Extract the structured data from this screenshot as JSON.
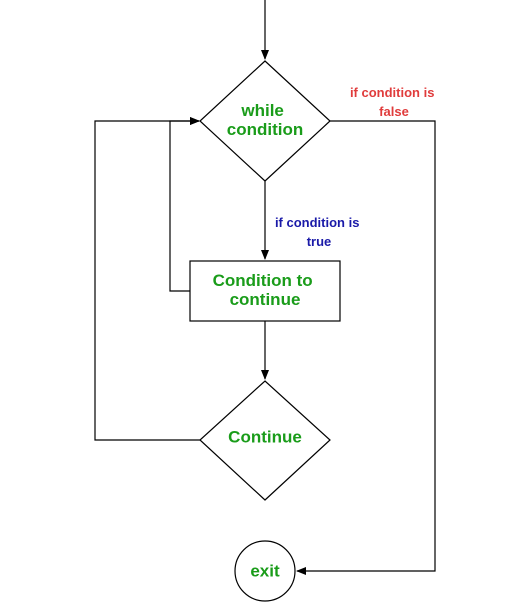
{
  "diagram": {
    "colors": {
      "line": "#000000",
      "node_text": "#1a9c1a",
      "false_label": "#e03c3c",
      "true_label": "#1a1aa8"
    },
    "nodes": {
      "while_condition": {
        "line1": "while",
        "line2": "condition"
      },
      "condition_to_continue": {
        "line1": "Condition to",
        "line2": "continue"
      },
      "continue": {
        "label": "Continue"
      },
      "exit": {
        "label": "exit"
      }
    },
    "edge_labels": {
      "false_branch": {
        "line1": "if condition is",
        "line2": "false"
      },
      "true_branch": {
        "line1": "if condition is",
        "line2": "true"
      }
    }
  }
}
